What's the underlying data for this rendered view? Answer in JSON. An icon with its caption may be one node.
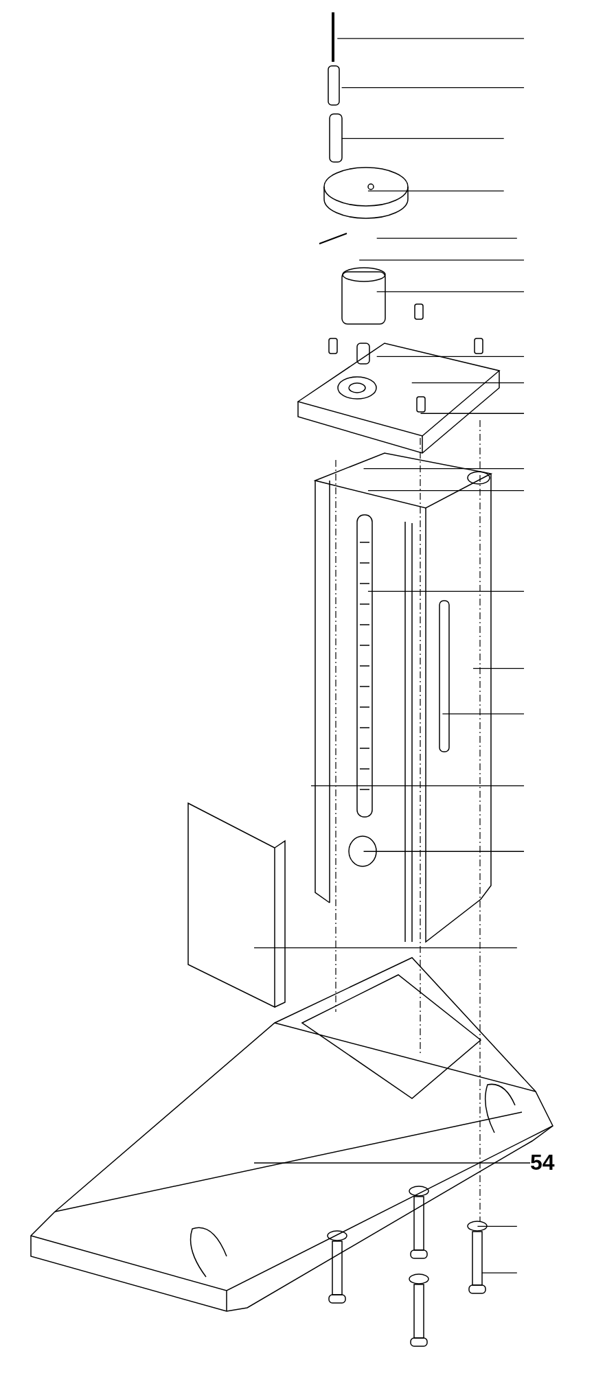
{
  "diagram": {
    "nodes": [
      {
        "text": [
          "54"
        ]
      },
      {
        "text": [],
        "shape": "picture"
      }
    ],
    "edges": [
      {
        "from": 0,
        "to": 1,
        "arrow": "none"
      }
    ]
  }
}
